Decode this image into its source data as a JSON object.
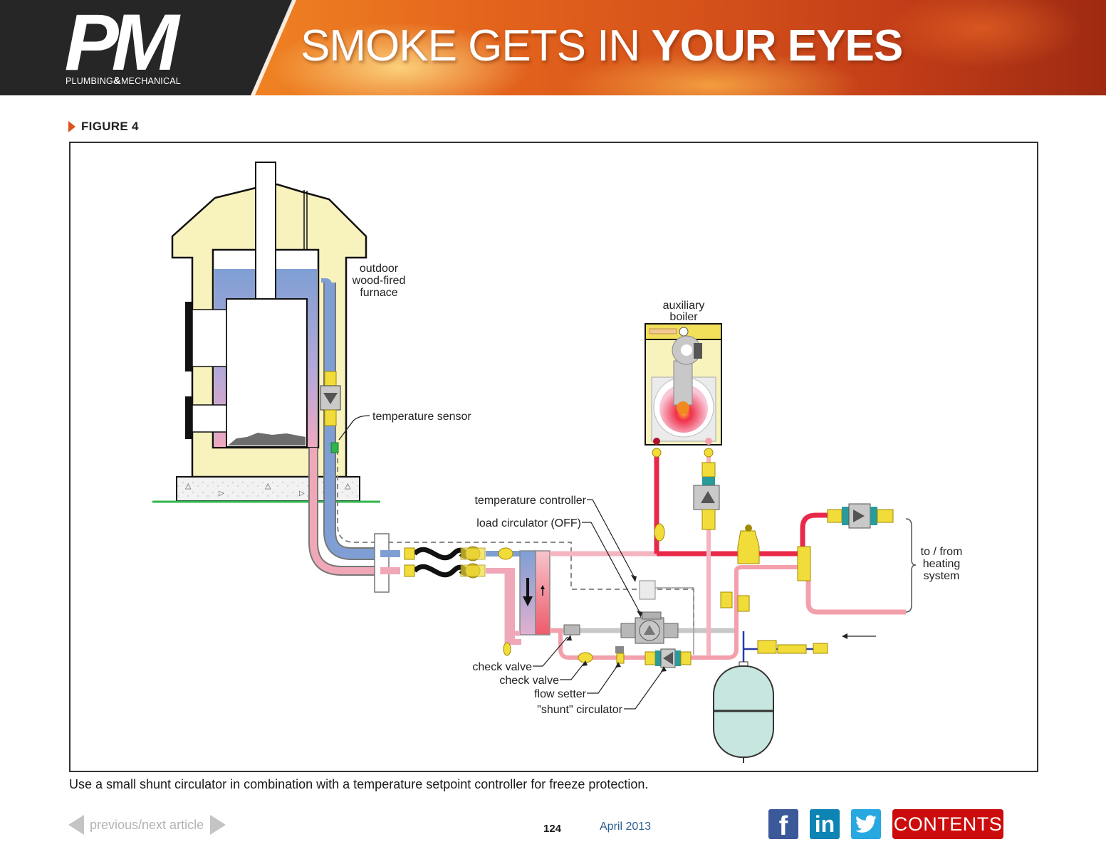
{
  "header": {
    "logo_text": "PM",
    "logo_subtitle_left": "PLUMBING",
    "logo_subtitle_amp": "&",
    "logo_subtitle_right": "MECHANICAL",
    "title_light": "SMOKE GETS IN ",
    "title_bold": "YOUR EYES"
  },
  "figure": {
    "label": "FIGURE 4",
    "caption": "Use a small shunt circulator in combination with a temperature setpoint controller for freeze protection.",
    "labels": {
      "furnace_line1": "outdoor",
      "furnace_line2": "wood-fired",
      "furnace_line3": "furnace",
      "temperature_sensor": "temperature sensor",
      "aux_boiler_line1": "auxiliary",
      "aux_boiler_line2": "boiler",
      "temperature_controller": "temperature controller",
      "load_circulator": "load circulator (OFF)",
      "check_valve_1": "check valve",
      "check_valve_2": "check valve",
      "flow_setter": "flow setter",
      "shunt_circulator": "\"shunt\" circulator",
      "heating_line1": "to / from",
      "heating_line2": "heating",
      "heating_line3": "system"
    },
    "colors": {
      "furnace_body": "#f8f2bd",
      "water_cold": "#7f9fd4",
      "water_warm": "#f0a8b8",
      "hot_supply": "#e8294a",
      "fitting_brass": "#f2dc3a",
      "expansion_tank": "#c8e6e0",
      "ground": "#2fb54a"
    }
  },
  "footer": {
    "nav_label": "previous/next article",
    "page_number": "124",
    "issue_date": "April 2013",
    "social": {
      "facebook": "f",
      "linkedin": "in",
      "twitter": "twitter-bird"
    },
    "contents_label": "CONTENTS"
  }
}
